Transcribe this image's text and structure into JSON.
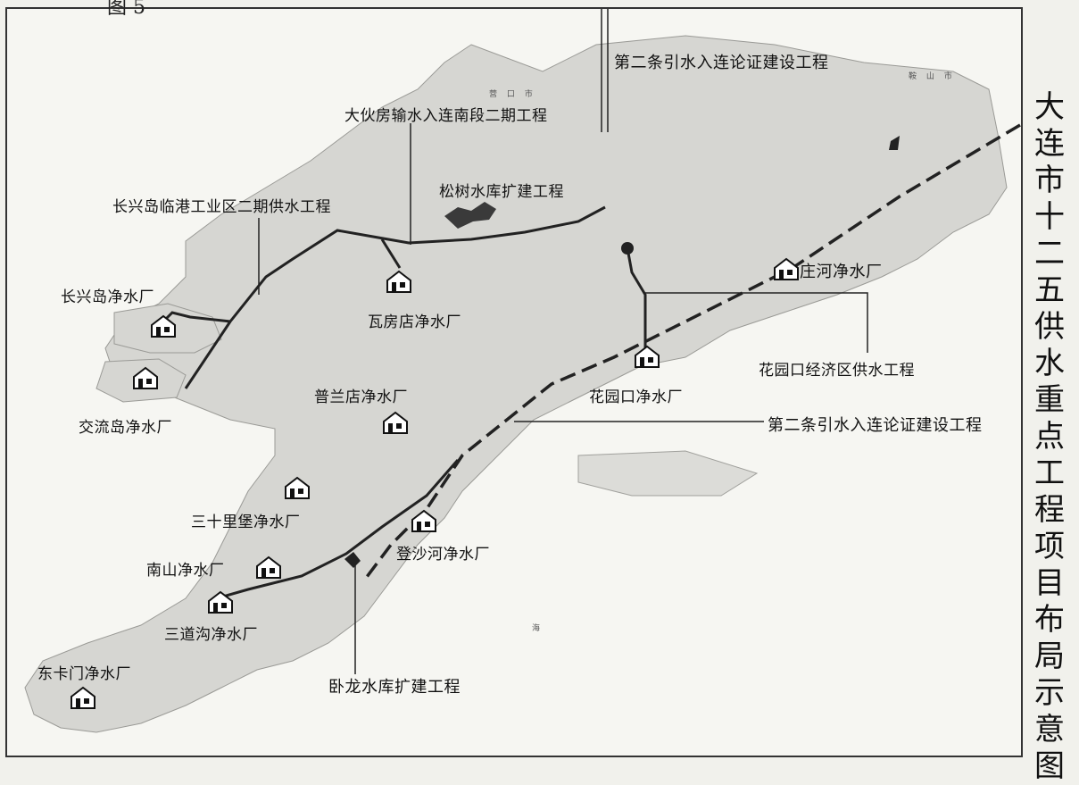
{
  "figure_number": "图 5",
  "title_chars": [
    "大",
    "连",
    "市",
    "十",
    "二",
    "五",
    "供",
    "水",
    "重",
    "点",
    "工",
    "程",
    "项",
    "目",
    "布",
    "局",
    "示",
    "意",
    "图"
  ],
  "labels": {
    "second_diversion_top": "第二条引水入连论证建设工程",
    "dahuofang_south": "大伙房输水入连南段二期工程",
    "songshu_reservoir": "松树水库扩建工程",
    "changxingdao_industrial": "长兴岛临港工业区二期供水工程",
    "changxingdao_plant": "长兴岛净水厂",
    "wafangdian_plant": "瓦房店净水厂",
    "zhuanghe_plant": "庄河净水厂",
    "huayuankou_econ": "花园口经济区供水工程",
    "huayuankou_plant": "花园口净水厂",
    "pulandian_plant": "普兰店净水厂",
    "jiaoliudao_plant": "交流岛净水厂",
    "second_diversion_mid": "第二条引水入连论证建设工程",
    "sanshilipu_plant": "三十里堡净水厂",
    "dengshahe_plant": "登沙河净水厂",
    "nanshan_plant": "南山净水厂",
    "sandaogou_plant": "三道沟净水厂",
    "dongkamen_plant": "东卡门净水厂",
    "wolong_reservoir": "卧龙水库扩建工程"
  },
  "map_text": {
    "yingkou": "营 口 市",
    "anshan": "鞍 山 市",
    "sea": "海"
  },
  "colors": {
    "land": "#d6d6d2",
    "sea": "#f6f6f2",
    "pipeline": "#222222",
    "border": "#333333"
  }
}
